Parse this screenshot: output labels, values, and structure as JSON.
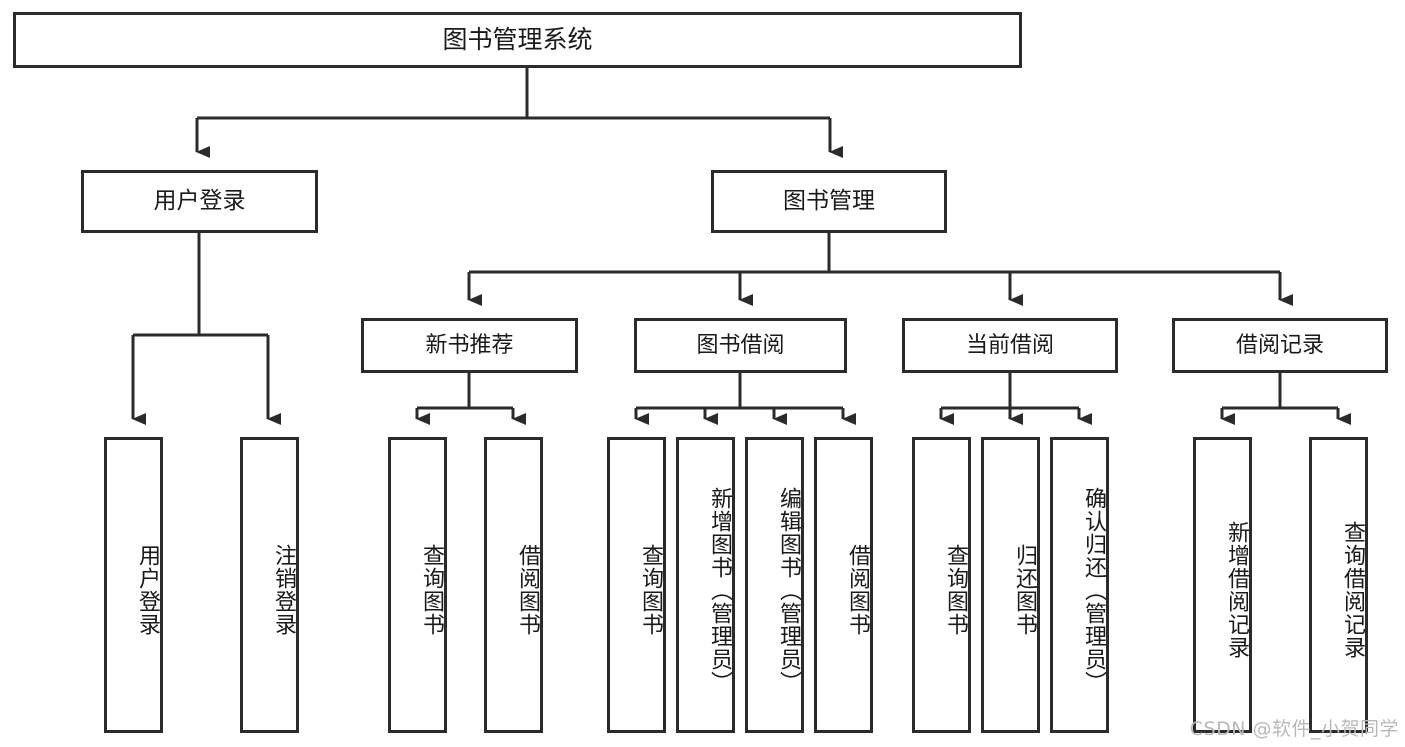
{
  "diagram": {
    "title": "图书管理系统",
    "type": "tree",
    "colors": {
      "stroke": "#2b2b2b",
      "fill": "#ffffff",
      "text": "#1a1a1a",
      "watermark": "#b9b9b9"
    },
    "root": {
      "label": "图书管理系统"
    },
    "level1": [
      {
        "label": "用户登录"
      },
      {
        "label": "图书管理"
      }
    ],
    "level2": [
      {
        "label": "新书推荐"
      },
      {
        "label": "图书借阅"
      },
      {
        "label": "当前借阅"
      },
      {
        "label": "借阅记录"
      }
    ],
    "leaves": [
      {
        "label": "用户登录",
        "parent": "用户登录"
      },
      {
        "label": "注销登录",
        "parent": "用户登录"
      },
      {
        "label": "查询图书",
        "parent": "新书推荐"
      },
      {
        "label": "借阅图书",
        "parent": "新书推荐"
      },
      {
        "label": "查询图书",
        "parent": "图书借阅"
      },
      {
        "label": "新增图书（管理员）",
        "parent": "图书借阅"
      },
      {
        "label": "编辑图书（管理员）",
        "parent": "图书借阅"
      },
      {
        "label": "借阅图书",
        "parent": "图书借阅"
      },
      {
        "label": "查询图书",
        "parent": "当前借阅"
      },
      {
        "label": "归还图书",
        "parent": "当前借阅"
      },
      {
        "label": "确认归还（管理员）",
        "parent": "当前借阅"
      },
      {
        "label": "新增借阅记录",
        "parent": "借阅记录"
      },
      {
        "label": "查询借阅记录",
        "parent": "借阅记录"
      }
    ]
  },
  "watermark": {
    "text": "CSDN @软件_小贺同学"
  }
}
